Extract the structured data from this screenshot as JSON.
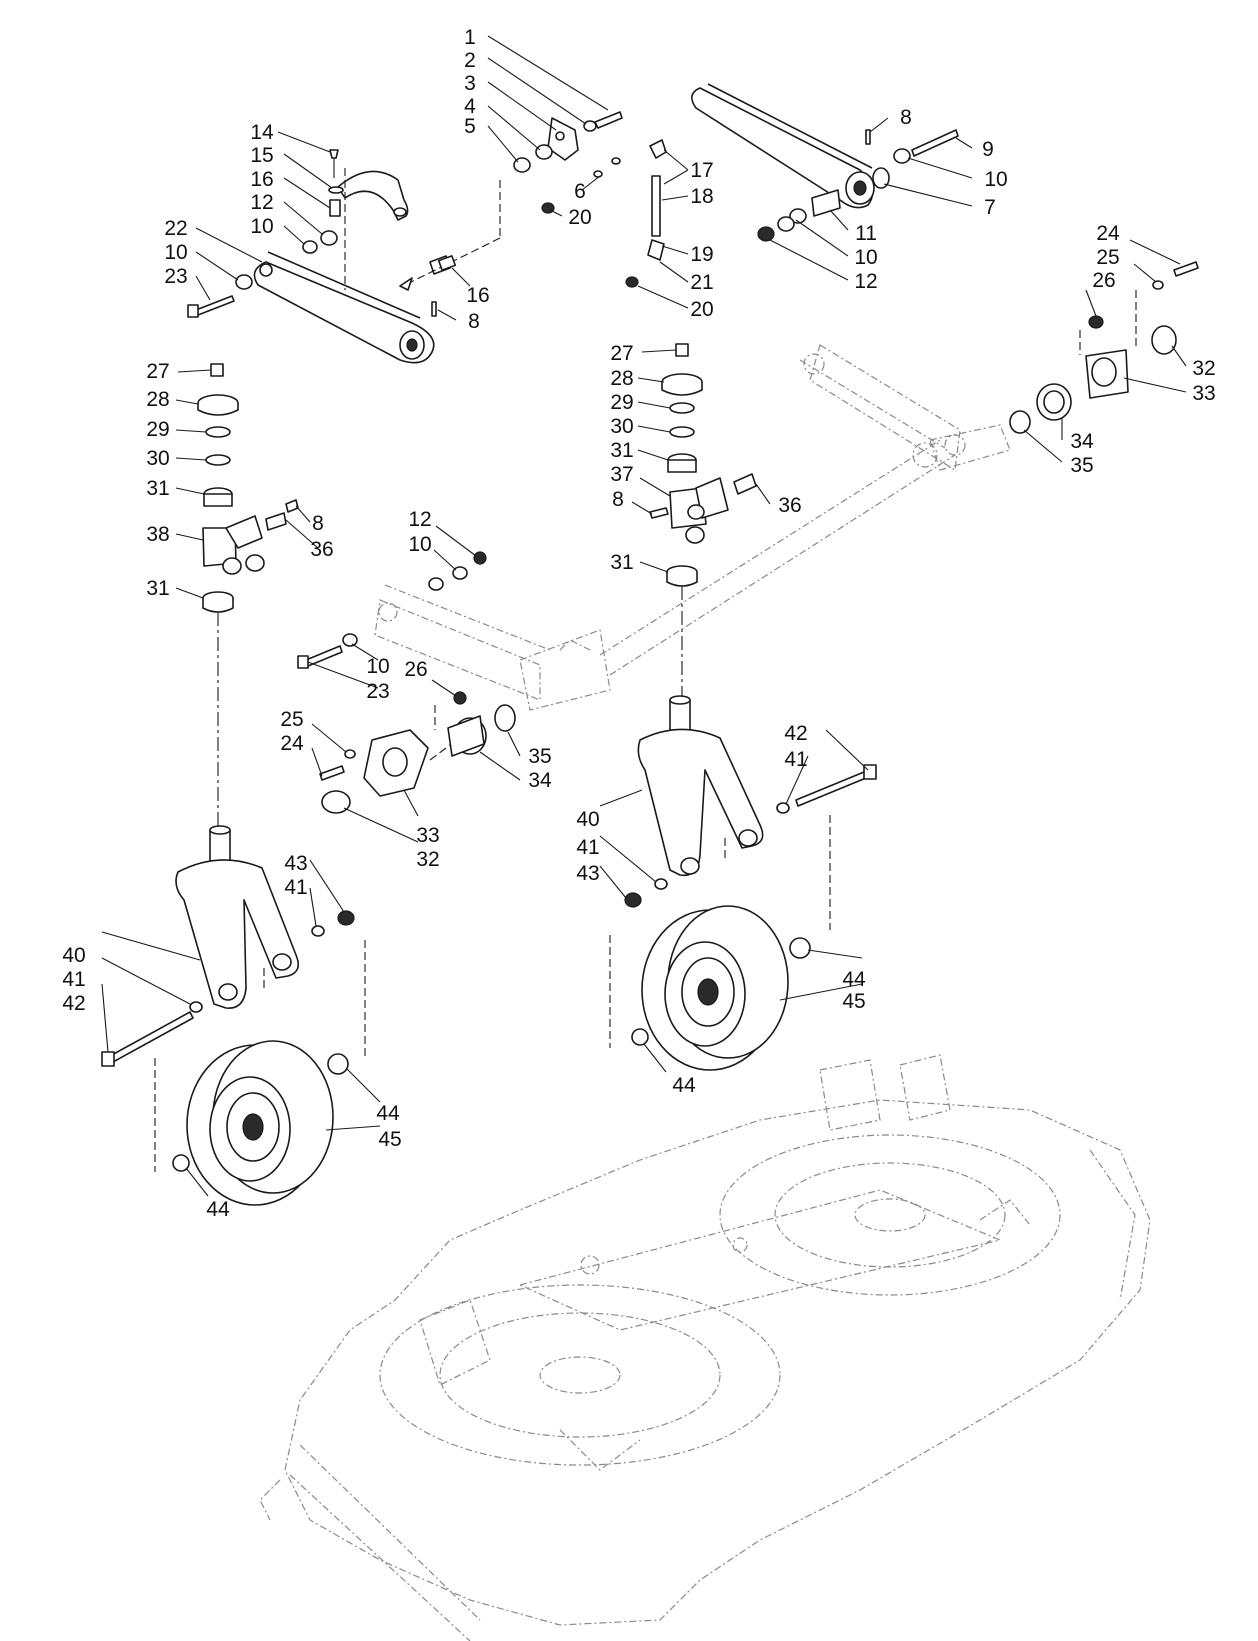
{
  "callouts": [
    {
      "label": "1"
    },
    {
      "label": "2"
    },
    {
      "label": "3"
    },
    {
      "label": "4"
    },
    {
      "label": "5"
    },
    {
      "label": "6"
    },
    {
      "label": "20"
    },
    {
      "label": "14"
    },
    {
      "label": "15"
    },
    {
      "label": "16"
    },
    {
      "label": "12"
    },
    {
      "label": "10"
    },
    {
      "label": "22"
    },
    {
      "label": "10"
    },
    {
      "label": "23"
    },
    {
      "label": "16"
    },
    {
      "label": "8"
    },
    {
      "label": "17"
    },
    {
      "label": "18"
    },
    {
      "label": "19"
    },
    {
      "label": "21"
    },
    {
      "label": "20"
    },
    {
      "label": "8"
    },
    {
      "label": "9"
    },
    {
      "label": "10"
    },
    {
      "label": "7"
    },
    {
      "label": "11"
    },
    {
      "label": "10"
    },
    {
      "label": "12"
    },
    {
      "label": "24"
    },
    {
      "label": "25"
    },
    {
      "label": "26"
    },
    {
      "label": "32"
    },
    {
      "label": "33"
    },
    {
      "label": "34"
    },
    {
      "label": "35"
    },
    {
      "label": "27"
    },
    {
      "label": "28"
    },
    {
      "label": "29"
    },
    {
      "label": "30"
    },
    {
      "label": "31"
    },
    {
      "label": "37"
    },
    {
      "label": "8"
    },
    {
      "label": "36"
    },
    {
      "label": "31"
    },
    {
      "label": "27"
    },
    {
      "label": "28"
    },
    {
      "label": "29"
    },
    {
      "label": "30"
    },
    {
      "label": "31"
    },
    {
      "label": "8"
    },
    {
      "label": "36"
    },
    {
      "label": "38"
    },
    {
      "label": "31"
    },
    {
      "label": "12"
    },
    {
      "label": "10"
    },
    {
      "label": "10"
    },
    {
      "label": "23"
    },
    {
      "label": "26"
    },
    {
      "label": "25"
    },
    {
      "label": "24"
    },
    {
      "label": "35"
    },
    {
      "label": "34"
    },
    {
      "label": "33"
    },
    {
      "label": "32"
    },
    {
      "label": "42"
    },
    {
      "label": "41"
    },
    {
      "label": "40"
    },
    {
      "label": "41"
    },
    {
      "label": "43"
    },
    {
      "label": "44"
    },
    {
      "label": "45"
    },
    {
      "label": "44"
    },
    {
      "label": "43"
    },
    {
      "label": "41"
    },
    {
      "label": "40"
    },
    {
      "label": "41"
    },
    {
      "label": "42"
    },
    {
      "label": "44"
    },
    {
      "label": "45"
    },
    {
      "label": "44"
    }
  ]
}
